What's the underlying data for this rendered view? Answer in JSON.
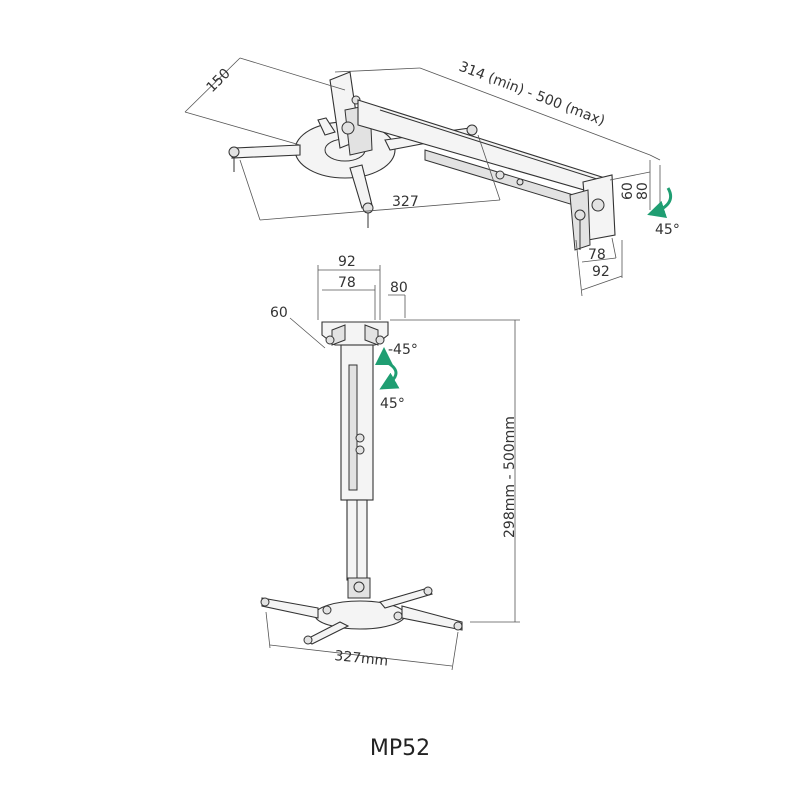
{
  "top_view": {
    "dim_150": "150",
    "dim_length": "314 (min) - 500 (max)",
    "dim_60": "60",
    "dim_80": "80",
    "dim_45": "45°",
    "dim_327": "327",
    "dim_78": "78",
    "dim_92": "92"
  },
  "side_view": {
    "dim_92": "92",
    "dim_78": "78",
    "dim_80": "80",
    "dim_60": "60",
    "dim_neg45": "-45°",
    "dim_45": "45°",
    "dim_height": "298mm - 500mm",
    "dim_327mm": "327mm"
  },
  "model": "MP52",
  "colors": {
    "arrow": "#1f9e72",
    "line": "#333333"
  }
}
